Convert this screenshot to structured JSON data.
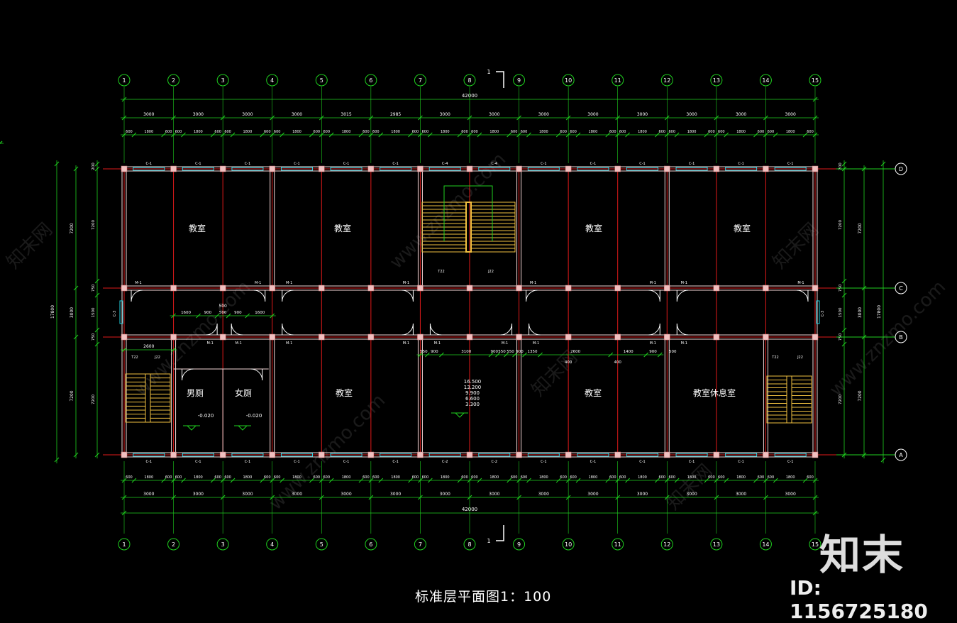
{
  "title": "标准层平面图1：100",
  "logo": "知末",
  "id_text": "ID: 1156725180",
  "watermark": {
    "text": "www.znzmo.com",
    "brand": "知末网"
  },
  "section_mark": "1",
  "axes": {
    "columns": [
      "1",
      "2",
      "3",
      "4",
      "5",
      "6",
      "7",
      "8",
      "9",
      "10",
      "11",
      "12",
      "13",
      "14",
      "15"
    ],
    "rows": [
      "D",
      "C",
      "B",
      "A"
    ]
  },
  "dims": {
    "total": "42000",
    "spans_top": [
      "3000",
      "3000",
      "3000",
      "3000",
      "3015",
      "2985",
      "3000",
      "3000",
      "3000",
      "3000",
      "3000",
      "3000",
      "3000",
      "3000"
    ],
    "spans_bottom": [
      "3000",
      "3000",
      "3000",
      "3000",
      "3000",
      "3000",
      "3000",
      "3000",
      "3000",
      "3000",
      "3000",
      "3000",
      "3000",
      "3000"
    ],
    "sub_segments": [
      "600",
      "1800",
      "600"
    ],
    "left_sub": [
      "200",
      "7200",
      "750",
      "1500",
      "750",
      "7200",
      "200"
    ],
    "left_mid": [
      "7200",
      "3000",
      "7200"
    ],
    "left_total": "17800",
    "corridor_dims": [
      "1600",
      "900",
      "500",
      "900",
      "1600"
    ],
    "corridor_label": "500",
    "lower_dims": [
      "550",
      "900",
      "3100",
      "900",
      "550",
      "550",
      "900",
      "1350",
      "2600",
      "1400",
      "900"
    ],
    "lower_dims_2": [
      "400",
      "400",
      "500"
    ],
    "stair_width": "2600"
  },
  "rooms": [
    {
      "id": "classroom-1",
      "label": "教室"
    },
    {
      "id": "classroom-2",
      "label": "教室"
    },
    {
      "id": "classroom-3",
      "label": "教室"
    },
    {
      "id": "classroom-4",
      "label": "教室"
    },
    {
      "id": "mens-wc",
      "label": "男厕"
    },
    {
      "id": "womens-wc",
      "label": "女厕"
    },
    {
      "id": "classroom-5",
      "label": "教室"
    },
    {
      "id": "classroom-6",
      "label": "教室"
    },
    {
      "id": "lounge",
      "label": "教室休息室"
    }
  ],
  "levels": {
    "wc_elev": "-0.020",
    "stair_elevs": [
      "16.500",
      "13.200",
      "9.900",
      "6.600",
      "3.300"
    ]
  },
  "windows": {
    "c1": "C-1",
    "c2": "C-2",
    "c3": "C-3",
    "c4": "C-4"
  },
  "doors": {
    "m1": "M-1"
  },
  "stair_labels": [
    "T22",
    "J22"
  ],
  "colors": {
    "axis": "#1fd11f",
    "column_fill": "#f0c0c0",
    "wall": "#ffffff",
    "grid_line": "#e01a1a",
    "window": "#22d0e0",
    "stair": "#f0c040"
  }
}
